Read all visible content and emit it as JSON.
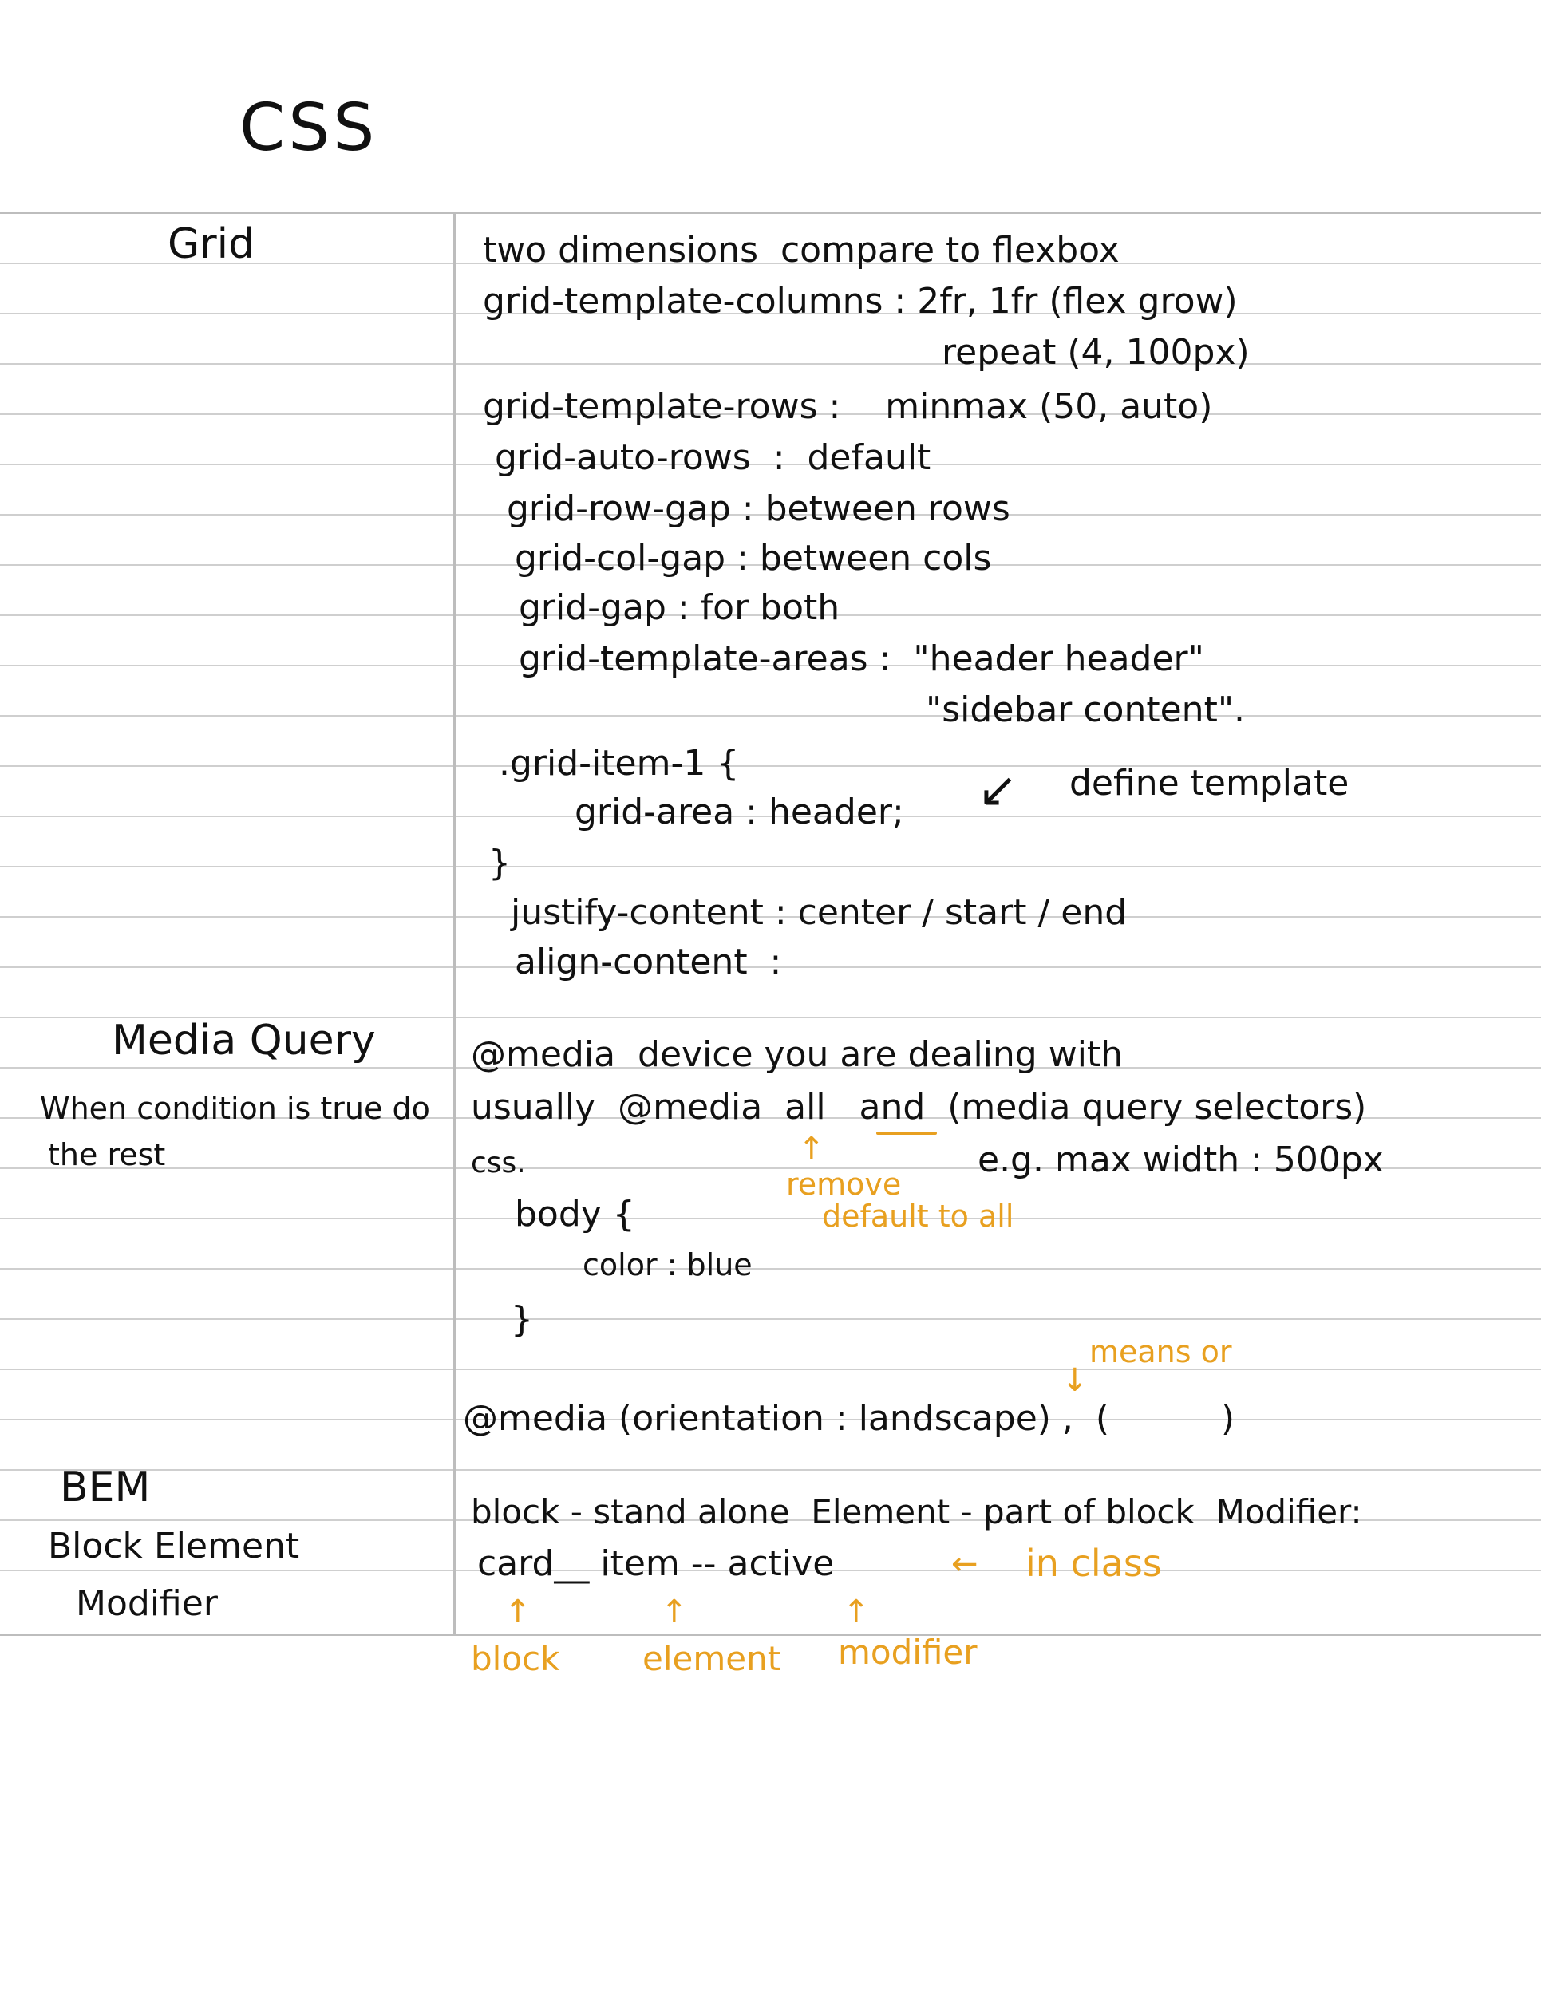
{
  "title": "CSS",
  "sections": {
    "grid": "Grid",
    "media": "Media Query",
    "media_note_1": "When condition is true do",
    "media_note_2": "the rest",
    "bem": "BEM",
    "bem_sub_1": "Block Element",
    "bem_sub_2": "Modifier"
  },
  "grid_notes": [
    "two dimensions  compare to flexbox",
    "grid-template-columns : 2fr, 1fr (flex grow)",
    "repeat (4, 100px)",
    "grid-template-rows :    minmax (50, auto)",
    "grid-auto-rows  :  default",
    "grid-row-gap : between rows",
    "grid-col-gap : between cols",
    "grid-gap : for both",
    "grid-template-areas :  \"header header\"",
    "\"sidebar content\".",
    ".grid-item-1 {",
    "grid-area : header;",
    "define template",
    "}",
    "justify-content : center / start / end",
    "align-content  :"
  ],
  "media_notes": [
    "@media  device you are dealing with",
    "usually  @media  all   and  (media query selectors)",
    "css.",
    "e.g. max width : 500px",
    "body {",
    "color : blue",
    "}",
    "@media (orientation : landscape) ,  (          )"
  ],
  "media_annotations": {
    "remove": "remove",
    "default": "default to all",
    "means_or": "means or"
  },
  "bem_notes": [
    "block - stand alone  Element - part of block  Modifier:",
    "card__ item -- active",
    "in class"
  ],
  "bem_labels": [
    "block",
    "element",
    "modifier"
  ],
  "colors": {
    "ink": "#111111",
    "highlight": "#e8a020",
    "rule": "#cfcfcf"
  }
}
